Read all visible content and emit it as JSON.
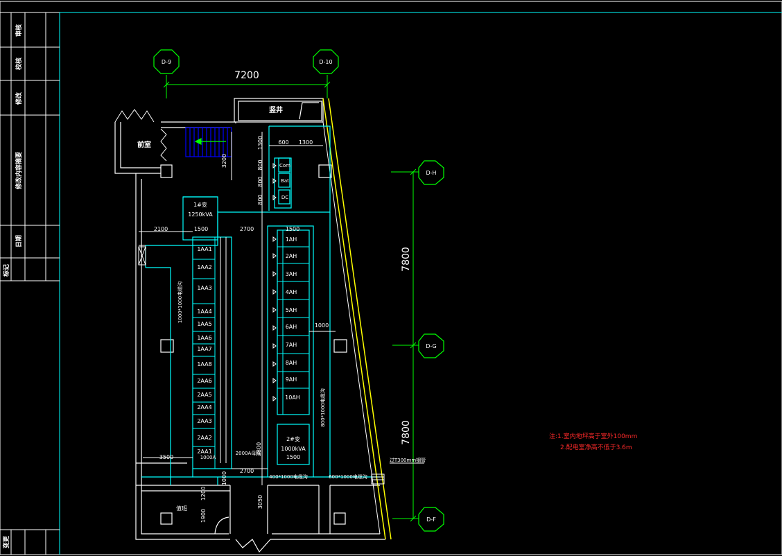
{
  "colors": {
    "background": "#000000",
    "wall": "#ffffff",
    "cable": "#00ffff",
    "dimension": "#00ff00",
    "stair": "#0000ff",
    "yellow_wall": "#ffff00",
    "note": "#ff2a2a"
  },
  "grid": {
    "d9": "D-9",
    "d10": "D-10",
    "dh": "D-H",
    "dg": "D-G",
    "df": "D-F"
  },
  "dimensions": {
    "top_span": "7200",
    "right_upper": "7800",
    "right_lower": "7800",
    "d_600": "600",
    "d_1300": "1300",
    "d_1300_v": "1300",
    "d_3200": "3200",
    "d_800_a": "800",
    "d_800_b": "800",
    "d_800_c": "800",
    "d_2100": "2100",
    "d_1500_a": "1500",
    "d_2700_a": "2700",
    "d_1500_b": "1500",
    "d_1000": "1000",
    "d_3500": "3500",
    "d_1500_c": "1500",
    "d_2700_b": "2700",
    "d_3050": "3050",
    "d_1200": "1200",
    "d_1900": "1900",
    "d_3800": "3800",
    "d_1000_b": "1000"
  },
  "rooms": {
    "shaft": "竖井",
    "front_room": "前室",
    "tool_room": "值班"
  },
  "equipment": {
    "transformer_1": {
      "name": "1#变",
      "capacity": "1250kVA"
    },
    "transformer_2": {
      "name": "2#变",
      "capacity": "1000kVA"
    },
    "dc_panels": [
      "Com",
      "Bat",
      "DC"
    ],
    "panels_left": [
      "1AA1",
      "1AA2",
      "1AA3",
      "1AA4",
      "1AA5",
      "1AA6",
      "1AA7",
      "1AA8",
      "2AA6",
      "2AA5",
      "2AA4",
      "2AA3",
      "2AA2",
      "2AA1"
    ],
    "panels_right": [
      "1AH",
      "2AH",
      "3AH",
      "4AH",
      "5AH",
      "6AH",
      "7AH",
      "8AH",
      "9AH",
      "10AH"
    ]
  },
  "cable_labels": {
    "trench_left": "1000*1000电缆沟",
    "trench_right": "800*1000电缆沟",
    "trench_bottom_a": "400*1000电缆沟",
    "trench_bottom_b": "600*1000电缆沟",
    "bus": "2000A母线",
    "wall_note": "过T300mm钢管",
    "label_1000a": "1000A"
  },
  "notes": {
    "line1": "注:1.室内地坪高于室外100mm",
    "line2": "2.配电室净高不低于3.6m"
  },
  "title_block": {
    "r1": "审核",
    "r2": "校核",
    "r3": "修改",
    "r4": "修改内容摘要",
    "r5": "日期",
    "r6": "标记",
    "r7": "变更"
  }
}
